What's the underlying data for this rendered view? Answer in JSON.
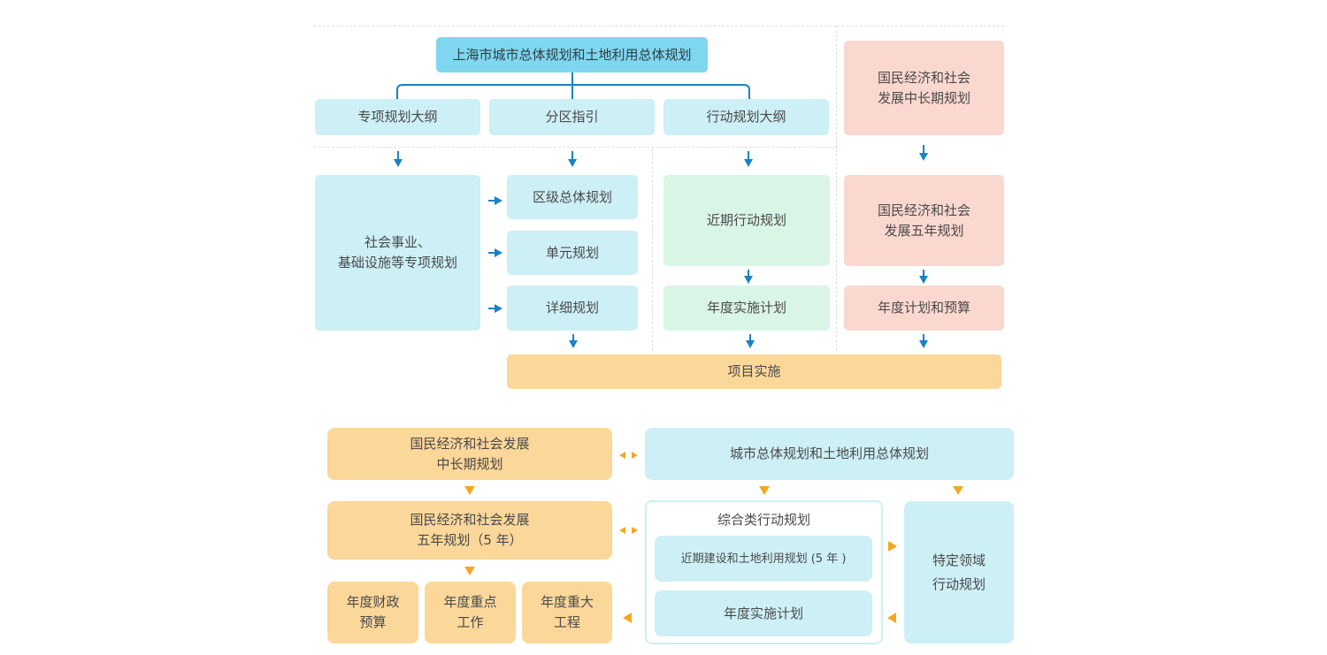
{
  "top": {
    "master_plan": "上海市城市总体规划和土地利用总体规划",
    "outline_special": "专项规划大纲",
    "district_guide": "分区指引",
    "action_outline": "行动规划大纲",
    "national_mid_long": "国民经济和社会\n发展中长期规划",
    "social_infra": "社会事业、\n基础设施等专项规划",
    "district_master": "区级总体规划",
    "unit_plan": "单元规划",
    "detail_plan": "详细规划",
    "near_term_action": "近期行动规划",
    "annual_impl_top": "年度实施计划",
    "national_five_year": "国民经济和社会\n发展五年规划",
    "annual_budget": "年度计划和预算",
    "project_impl": "项目实施"
  },
  "bottom": {
    "national_mid_long": "国民经济和社会发展\n中长期规划",
    "master_plan": "城市总体规划和土地利用总体规划",
    "national_five_year": "国民经济和社会发展\n五年规划（5 年）",
    "comprehensive_action": "综合类行动规划",
    "near_term_land": "近期建设和土地利用规划 (5 年 )",
    "annual_impl": "年度实施计划",
    "special_domain": "特定领域\n行动规划",
    "fiscal_budget": "年度财政\n预算",
    "key_work": "年度重点\n工作",
    "major_projects": "年度重大\n工程"
  },
  "colors": {
    "blue_box": "#cdeff6",
    "blue_title": "#7fd6ef",
    "green_box": "#d9f5e6",
    "pink_box": "#fbd8cf",
    "orange_box": "#fbd79a",
    "blue_arrow": "#1a82c4",
    "orange_arrow": "#f5a623"
  }
}
